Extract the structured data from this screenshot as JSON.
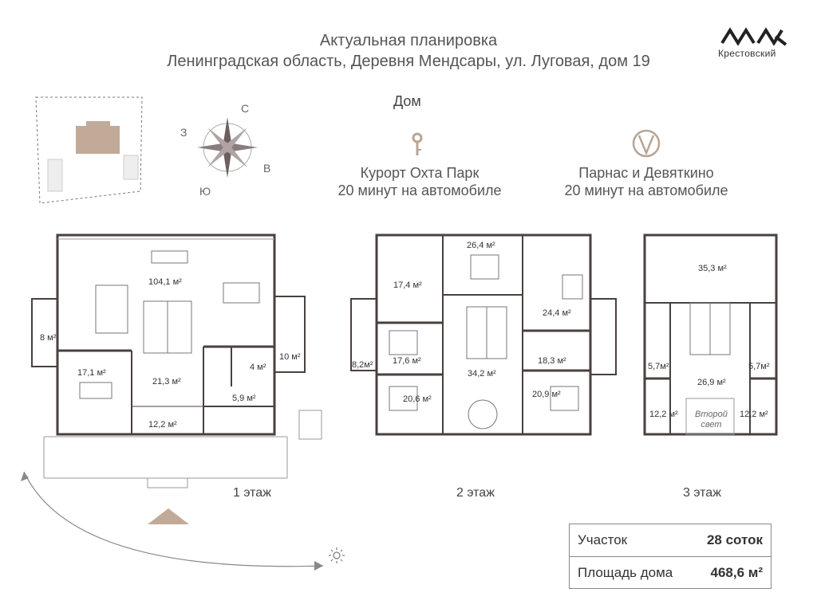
{
  "header": {
    "title": "Актуальная планировка",
    "address": "Ленинградская область, Деревня Мендсары, ул. Луговая, дом 19",
    "section": "Дом"
  },
  "logo": {
    "text": "Крестовский"
  },
  "compass": {
    "n": "С",
    "e": "В",
    "s": "Ю",
    "w": "З"
  },
  "poi": [
    {
      "name": "Курорт Охта Парк",
      "time": "20 минут на автомобиле",
      "icon": "location-pin-icon"
    },
    {
      "name": "Парнас и Девяткино",
      "time": "20 минут на автомобиле",
      "icon": "metro-icon"
    }
  ],
  "floors": [
    {
      "label": "1 этаж",
      "rooms": [
        "104,1 м²",
        "8 м²",
        "17,1 м²",
        "21,3 м²",
        "4 м²",
        "10 м²",
        "5,9 м²",
        "12,2 м²"
      ]
    },
    {
      "label": "2 этаж",
      "rooms": [
        "26,4 м²",
        "17,4 м²",
        "24,4 м²",
        "8,2м²",
        "17,6 м²",
        "18,3 м²",
        "34,2 м²",
        "20,6 м²",
        "20,9 м²"
      ]
    },
    {
      "label": "3 этаж",
      "rooms": [
        "35,3 м²",
        "5,7м²",
        "26,9 м²",
        "5,7м²",
        "12,2 м²",
        "12,2 м²"
      ],
      "note": [
        "Второй",
        "свет"
      ]
    }
  ],
  "info": {
    "plot_label": "Участок",
    "plot_value": "28 соток",
    "area_label": "Площадь дома",
    "area_value": "468,6 м²"
  },
  "colors": {
    "wall": "#4a3f3f",
    "accent": "#b8a596",
    "house_block": "#c2aa98",
    "text": "#444444"
  }
}
